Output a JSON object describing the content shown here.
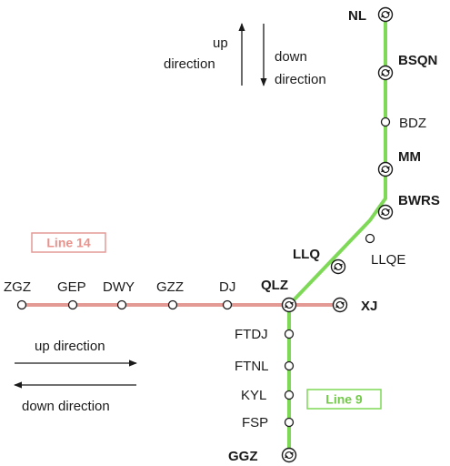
{
  "colors": {
    "line9": "#7ed957",
    "line14": "#e39a95",
    "line14_text": "#e9928c",
    "line9_text": "#74c94c",
    "ink": "#1a1a1a"
  },
  "icons": {
    "interchange": "interchange-icon",
    "stop": "station-dot-icon",
    "arrow": "arrow-icon"
  },
  "lines": {
    "line9": {
      "label": "Line 9"
    },
    "line14": {
      "label": "Line 14"
    }
  },
  "stations": {
    "NL": "NL",
    "BSQN": "BSQN",
    "BDZ": "BDZ",
    "MM": "MM",
    "BWRS": "BWRS",
    "LLQE": "LLQE",
    "LLQ": "LLQ",
    "QLZ": "QLZ",
    "XJ": "XJ",
    "FTDJ": "FTDJ",
    "FTNL": "FTNL",
    "KYL": "KYL",
    "FSP": "FSP",
    "GGZ": "GGZ",
    "ZGZ": "ZGZ",
    "GEP": "GEP",
    "DWY": "DWY",
    "GZZ": "GZZ",
    "DJ": "DJ"
  },
  "legend_vertical": {
    "up_line1": "up",
    "up_line2": "direction",
    "down_line1": "down",
    "down_line2": "direction"
  },
  "legend_horizontal": {
    "up": "up direction",
    "down": "down direction"
  }
}
